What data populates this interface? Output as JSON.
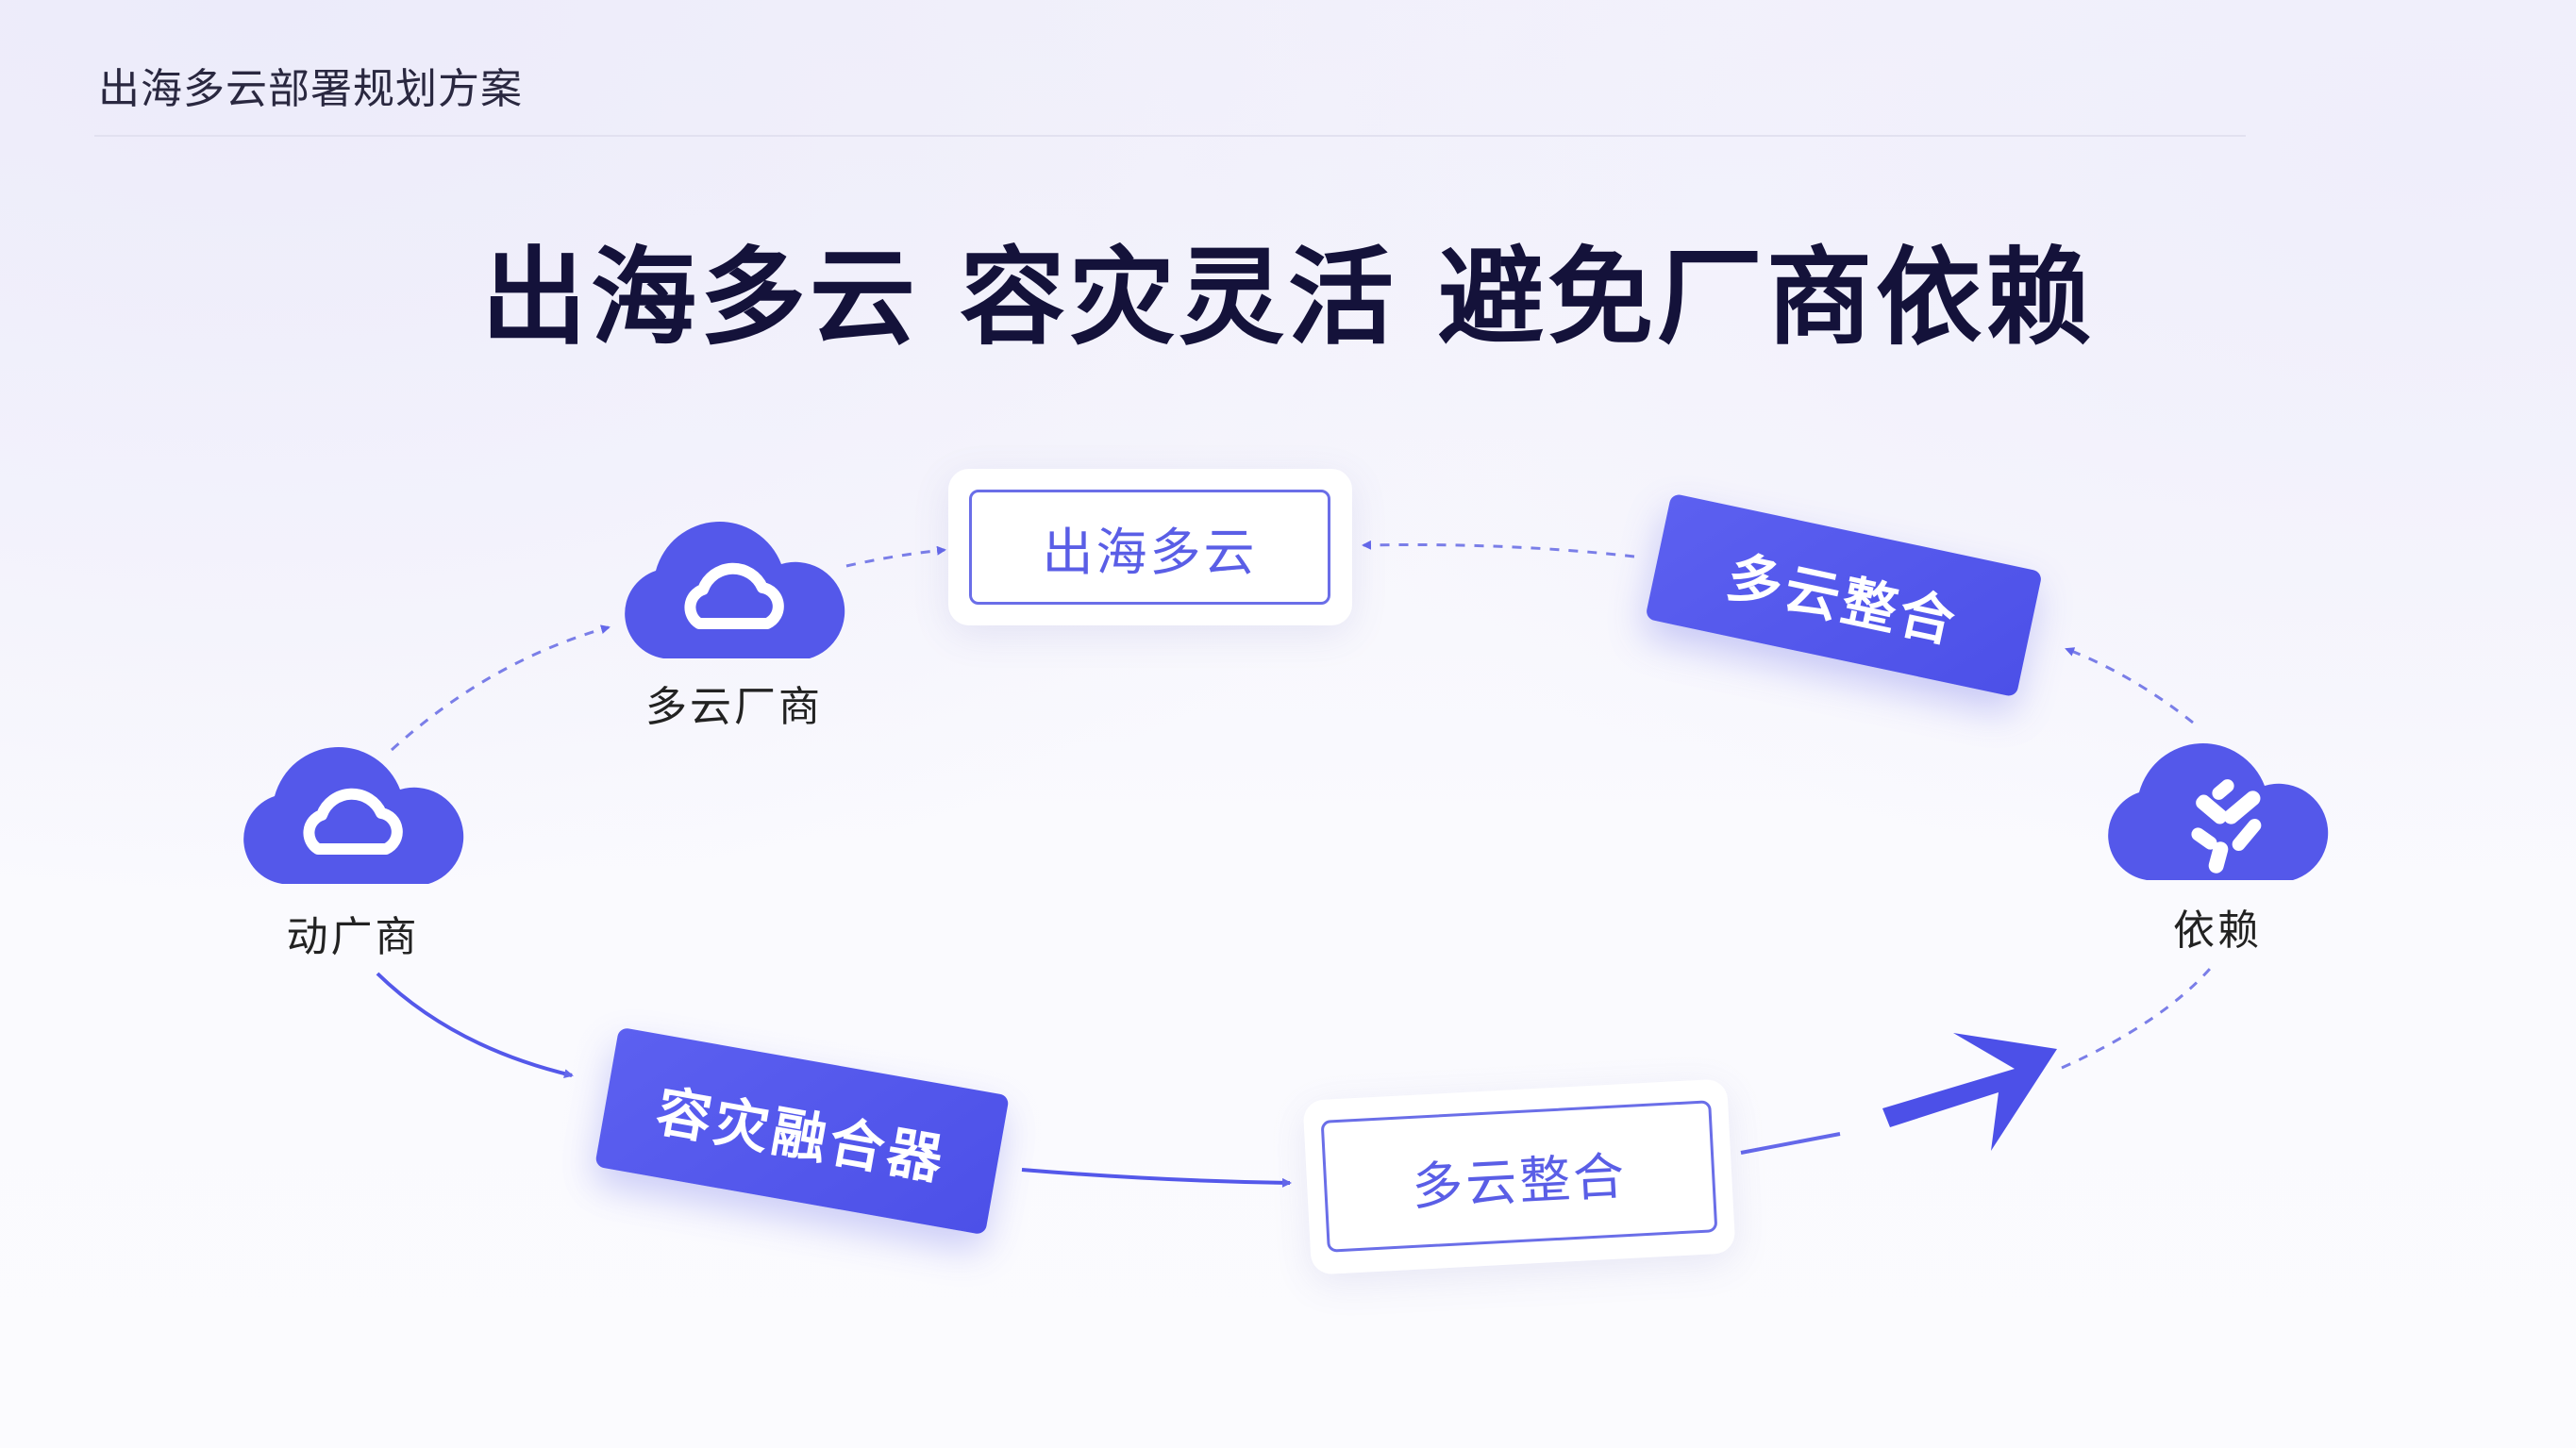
{
  "header": {
    "title": "出海多云部署规划方案"
  },
  "main": {
    "headline": "出海多云 容灾灵活 避免厂商依赖"
  },
  "diagram": {
    "nodes": [
      {
        "id": "cloud-left",
        "label": "动广商",
        "icon": "cloud-icon"
      },
      {
        "id": "cloud-top",
        "label": "多云厂商",
        "icon": "cloud-icon"
      },
      {
        "id": "cloud-right",
        "label": "依赖",
        "icon": "leaf-cloud-icon"
      }
    ],
    "boxes": {
      "top": "出海多云",
      "top_right": "多云整合",
      "bottom_left": "容灾融合器",
      "bottom_mid": "多云整合"
    }
  },
  "colors": {
    "accent": "#5458ea",
    "title": "#14123a"
  }
}
